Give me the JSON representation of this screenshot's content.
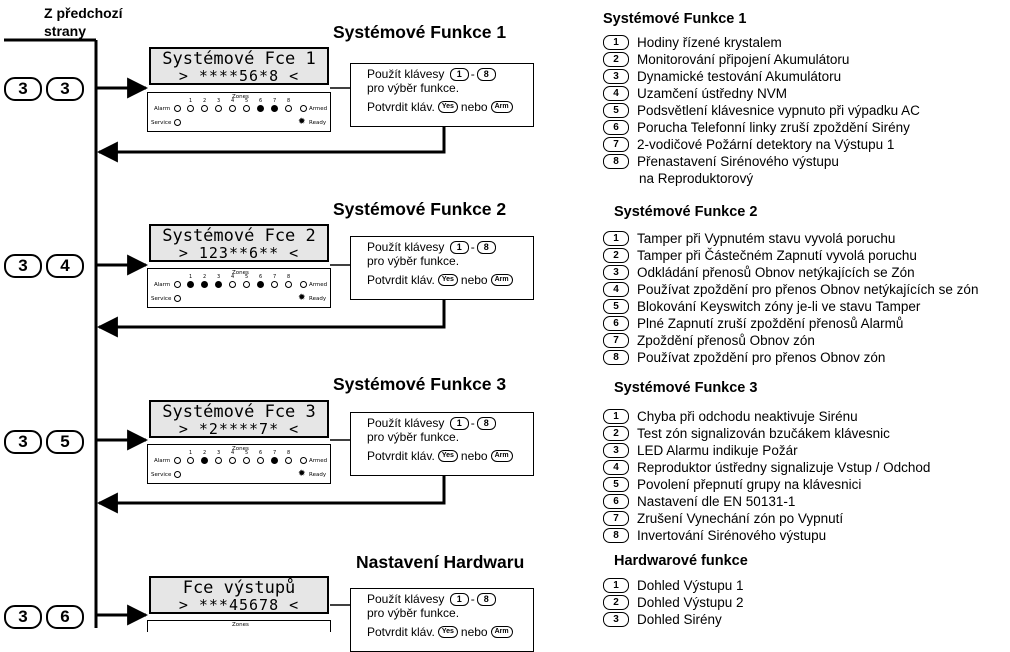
{
  "from_previous": [
    "Z předchozí",
    "strany"
  ],
  "sections": [
    {
      "title": "Systémové Funkce 1",
      "code": [
        "3",
        "3"
      ],
      "lcd": [
        "Systémové Fce 1",
        "> ****56*8 <"
      ],
      "zone_leds": [
        false,
        false,
        false,
        false,
        false,
        true,
        true,
        false
      ],
      "instr": {
        "line1": "Použít klávesy",
        "key_from": "1",
        "dash": "-",
        "key_to": "8",
        "line2": "pro výběr funkce.",
        "confirm": "Potvrdit kláv.",
        "yes": "Yes",
        "or": "nebo",
        "arm": "Arm"
      }
    },
    {
      "title": "Systémové Funkce 2",
      "code": [
        "3",
        "4"
      ],
      "lcd": [
        "Systémové Fce 2",
        "> 123**6** <"
      ],
      "zone_leds": [
        true,
        true,
        true,
        false,
        false,
        true,
        false,
        false
      ],
      "instr": {
        "line1": "Použít klávesy",
        "key_from": "1",
        "dash": "-",
        "key_to": "8",
        "line2": "pro výběr funkce.",
        "confirm": "Potvrdit kláv.",
        "yes": "Yes",
        "or": "nebo",
        "arm": "Arm"
      }
    },
    {
      "title": "Systémové Funkce 3",
      "code": [
        "3",
        "5"
      ],
      "lcd": [
        "Systémové Fce 3",
        "> *2****7* <"
      ],
      "zone_leds": [
        false,
        true,
        false,
        false,
        false,
        false,
        true,
        false
      ],
      "instr": {
        "line1": "Použít klávesy",
        "key_from": "1",
        "dash": "-",
        "key_to": "8",
        "line2": "pro výběr funkce.",
        "confirm": "Potvrdit kláv.",
        "yes": "Yes",
        "or": "nebo",
        "arm": "Arm"
      }
    },
    {
      "title": "Nastavení Hardwaru",
      "code": [
        "3",
        "6"
      ],
      "lcd": [
        "Fce výstupů",
        "> ***45678 <"
      ],
      "zone_leds": [],
      "instr": {
        "line1": "Použít klávesy",
        "key_from": "1",
        "dash": "-",
        "key_to": "8",
        "line2": "pro výběr funkce.",
        "confirm": "Potvrdit kláv.",
        "yes": "Yes",
        "or": "nebo",
        "arm": "Arm"
      }
    }
  ],
  "panel_labels": {
    "zones": "Zones",
    "alarm": "Alarm",
    "armed": "Armed",
    "service": "Service",
    "ready": "Ready"
  },
  "zone_numbers": [
    "1",
    "2",
    "3",
    "4",
    "5",
    "6",
    "7",
    "8"
  ],
  "lists": [
    {
      "title": "Systémové Funkce 1",
      "items": [
        {
          "n": "1",
          "text": "Hodiny řízené krystalem"
        },
        {
          "n": "2",
          "text": "Monitorování připojení Akumulátoru"
        },
        {
          "n": "3",
          "text": "Dynamické testování Akumulátoru"
        },
        {
          "n": "4",
          "text": "Uzamčení ústředny NVM"
        },
        {
          "n": "5",
          "text": "Podsvětlení klávesnice vypnuto při výpadku AC"
        },
        {
          "n": "6",
          "text": "Porucha Telefonní linky zruší zpoždění Sirény"
        },
        {
          "n": "7",
          "text": "2-vodičové Požární detektory na Výstupu 1"
        },
        {
          "n": "8",
          "text": "Přenastavení Sirénového výstupu"
        },
        {
          "n": "",
          "text": "na Reproduktorový"
        }
      ]
    },
    {
      "title": "Systémové Funkce 2",
      "items": [
        {
          "n": "1",
          "text": "Tamper při Vypnutém stavu vyvolá poruchu"
        },
        {
          "n": "2",
          "text": "Tamper při Částečném Zapnutí vyvolá poruchu"
        },
        {
          "n": "3",
          "text": "Odkládání přenosů Obnov netýkajících se Zón"
        },
        {
          "n": "4",
          "text": "Používat zpoždění pro přenos Obnov netýkajících se zón"
        },
        {
          "n": "5",
          "text": "Blokování Keyswitch zóny je-li ve stavu Tamper"
        },
        {
          "n": "6",
          "text": "Plné Zapnutí zruší zpoždění přenosů Alarmů"
        },
        {
          "n": "7",
          "text": "Zpoždění přenosů Obnov zón"
        },
        {
          "n": "8",
          "text": "Používat zpoždění pro přenos Obnov zón"
        }
      ]
    },
    {
      "title": "Systémové Funkce 3",
      "items": [
        {
          "n": "1",
          "text": "Chyba při odchodu neaktivuje Sirénu"
        },
        {
          "n": "2",
          "text": "Test zón signalizován bzučákem klávesnic"
        },
        {
          "n": "3",
          "text": "LED Alarmu indikuje Požár"
        },
        {
          "n": "4",
          "text": "Reproduktor ústředny signalizuje Vstup / Odchod"
        },
        {
          "n": "5",
          "text": "Povolení přepnutí grupy na klávesnici"
        },
        {
          "n": "6",
          "text": "Nastavení dle EN 50131-1"
        },
        {
          "n": "7",
          "text": "Zrušení Vynechání zón po Vypnutí"
        },
        {
          "n": "8",
          "text": "Invertování Sirénového výstupu"
        }
      ]
    },
    {
      "title": "Hardwarové funkce",
      "items": [
        {
          "n": "1",
          "text": "Dohled Výstupu 1"
        },
        {
          "n": "2",
          "text": "Dohled Výstupu 2"
        },
        {
          "n": "3",
          "text": "Dohled Sirény"
        }
      ]
    }
  ]
}
